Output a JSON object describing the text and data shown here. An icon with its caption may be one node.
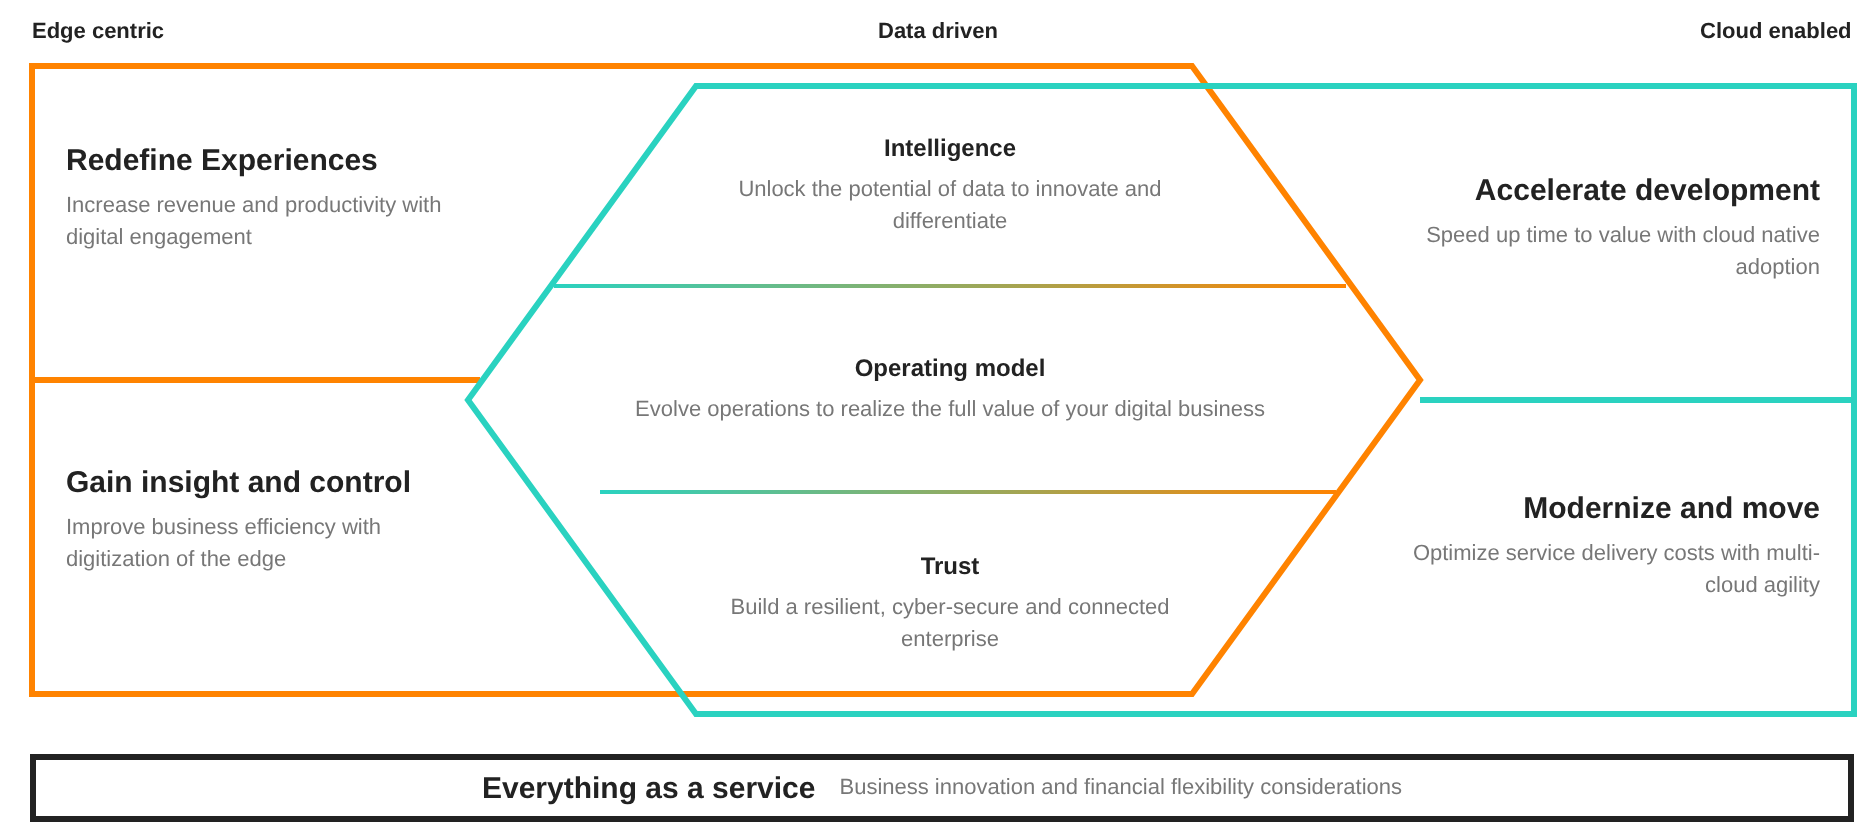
{
  "diagram": {
    "nodes": [
      {
        "text": [
          "Redefine Experiences",
          "Increase revenue and productivity with digital engagement"
        ]
      },
      {
        "text": [
          "Gain insight and control",
          "Improve business efficiency with digitization of the edge"
        ]
      },
      {
        "text": [
          "Intelligence",
          "Unlock the potential of data to innovate and differentiate"
        ]
      },
      {
        "text": [
          "Operating model",
          "Evolve operations to realize the full value of your digital business"
        ]
      },
      {
        "text": [
          "Trust",
          "Build a resilient, cyber-secure and connected enterprise"
        ]
      },
      {
        "text": [
          "Accelerate development",
          "Speed up time to value with cloud native adoption"
        ]
      },
      {
        "text": [
          "Modernize and move",
          "Optimize service delivery costs with multi-cloud agility"
        ]
      },
      {
        "text": [
          "Everything as a service",
          "Business innovation and financial flexibility considerations"
        ]
      }
    ],
    "edges": [],
    "labels": [
      "Edge centric",
      "Data driven",
      "Cloud enabled"
    ]
  }
}
